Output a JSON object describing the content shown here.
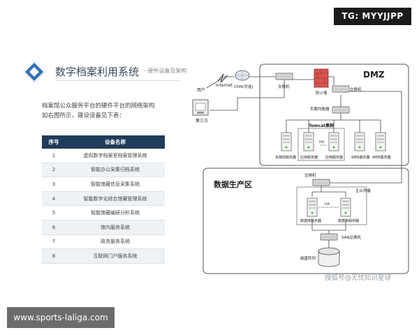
{
  "corner_tag": "TG: MYYJJPP",
  "site_banner": "www.sports-laliga.com",
  "watermark": "搜狐号@无忧知识星球",
  "slide": {
    "title": "数字档案利用系统",
    "subtitle": "- 硬件设备及架构",
    "desc_lines": [
      "档案馆公众服务平台的硬件平台的网络架构",
      "如右图所示，建设设备见下表："
    ],
    "table": {
      "headers": [
        "序号",
        "设备名称"
      ],
      "rows": [
        {
          "no": "1",
          "name": "虚拟数字档案室档案管理系统"
        },
        {
          "no": "2",
          "name": "智能办公采集归档系统"
        },
        {
          "no": "3",
          "name": "智能馆藏信息采集系统"
        },
        {
          "no": "4",
          "name": "智能数字化综合馆藏管理系统"
        },
        {
          "no": "5",
          "name": "智能馆藏编研分析系统"
        },
        {
          "no": "6",
          "name": "馆内服务系统"
        },
        {
          "no": "7",
          "name": "政务服务系统"
        },
        {
          "no": "8",
          "name": "互联网门户服务系统"
        }
      ]
    }
  },
  "diagram": {
    "zones": {
      "dmz": "DMZ",
      "data_zone": "数据生产区"
    },
    "labels": {
      "user": "用户",
      "internet": "Internet",
      "cdn": "CDN(可选)",
      "third_party": "第三方",
      "switch_top": "交换机",
      "firewall": "防火墙",
      "switch_dmz": "交换机",
      "load_balancer": "负载均衡器",
      "tomcat": "Tomcat集群",
      "ha": "HA",
      "multimedia_server": "多媒体服务器",
      "app_server_1": "应用服务器",
      "app_server_2": "应用服务器",
      "web_server_1": "WEB服务器",
      "web_server_2": "WEB服务器",
      "switch_data": "交换机",
      "master_slave": "主从热备",
      "ha_db": "HA",
      "db_server_1": "数据库服务器",
      "db_server_2": "数据库服务器",
      "san_switch": "SAN交换机",
      "disk_array": "磁盘阵列"
    }
  },
  "colors": {
    "table_header": "#1f3c5a",
    "zone_border": "#555555",
    "firewall": "#d9534f"
  }
}
